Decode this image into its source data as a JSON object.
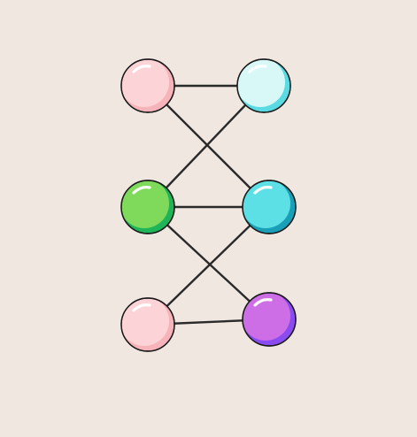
{
  "puzzle": {
    "background_color": "#f0e7e1",
    "edge_color": "#2a2a2a",
    "nodes": [
      {
        "id": "n1",
        "color": "pink",
        "fill": "#fcd3d6",
        "shade": "#f6b4ba"
      },
      {
        "id": "n2",
        "color": "light-cyan",
        "fill": "#d7f8f7",
        "shade": "#5adbe3"
      },
      {
        "id": "n3",
        "color": "green",
        "fill": "#7fd95b",
        "shade": "#1fb457"
      },
      {
        "id": "n4",
        "color": "cyan",
        "fill": "#5ce0e5",
        "shade": "#1a9fb8"
      },
      {
        "id": "n5",
        "color": "pink",
        "fill": "#fcd3d6",
        "shade": "#f6b4ba"
      },
      {
        "id": "n6",
        "color": "purple",
        "fill": "#cd6ee6",
        "shade": "#8a4bf0"
      }
    ],
    "edges": [
      [
        "n1",
        "n2"
      ],
      [
        "n1",
        "n4"
      ],
      [
        "n2",
        "n3"
      ],
      [
        "n3",
        "n4"
      ],
      [
        "n3",
        "n6"
      ],
      [
        "n4",
        "n5"
      ],
      [
        "n5",
        "n6"
      ]
    ]
  }
}
